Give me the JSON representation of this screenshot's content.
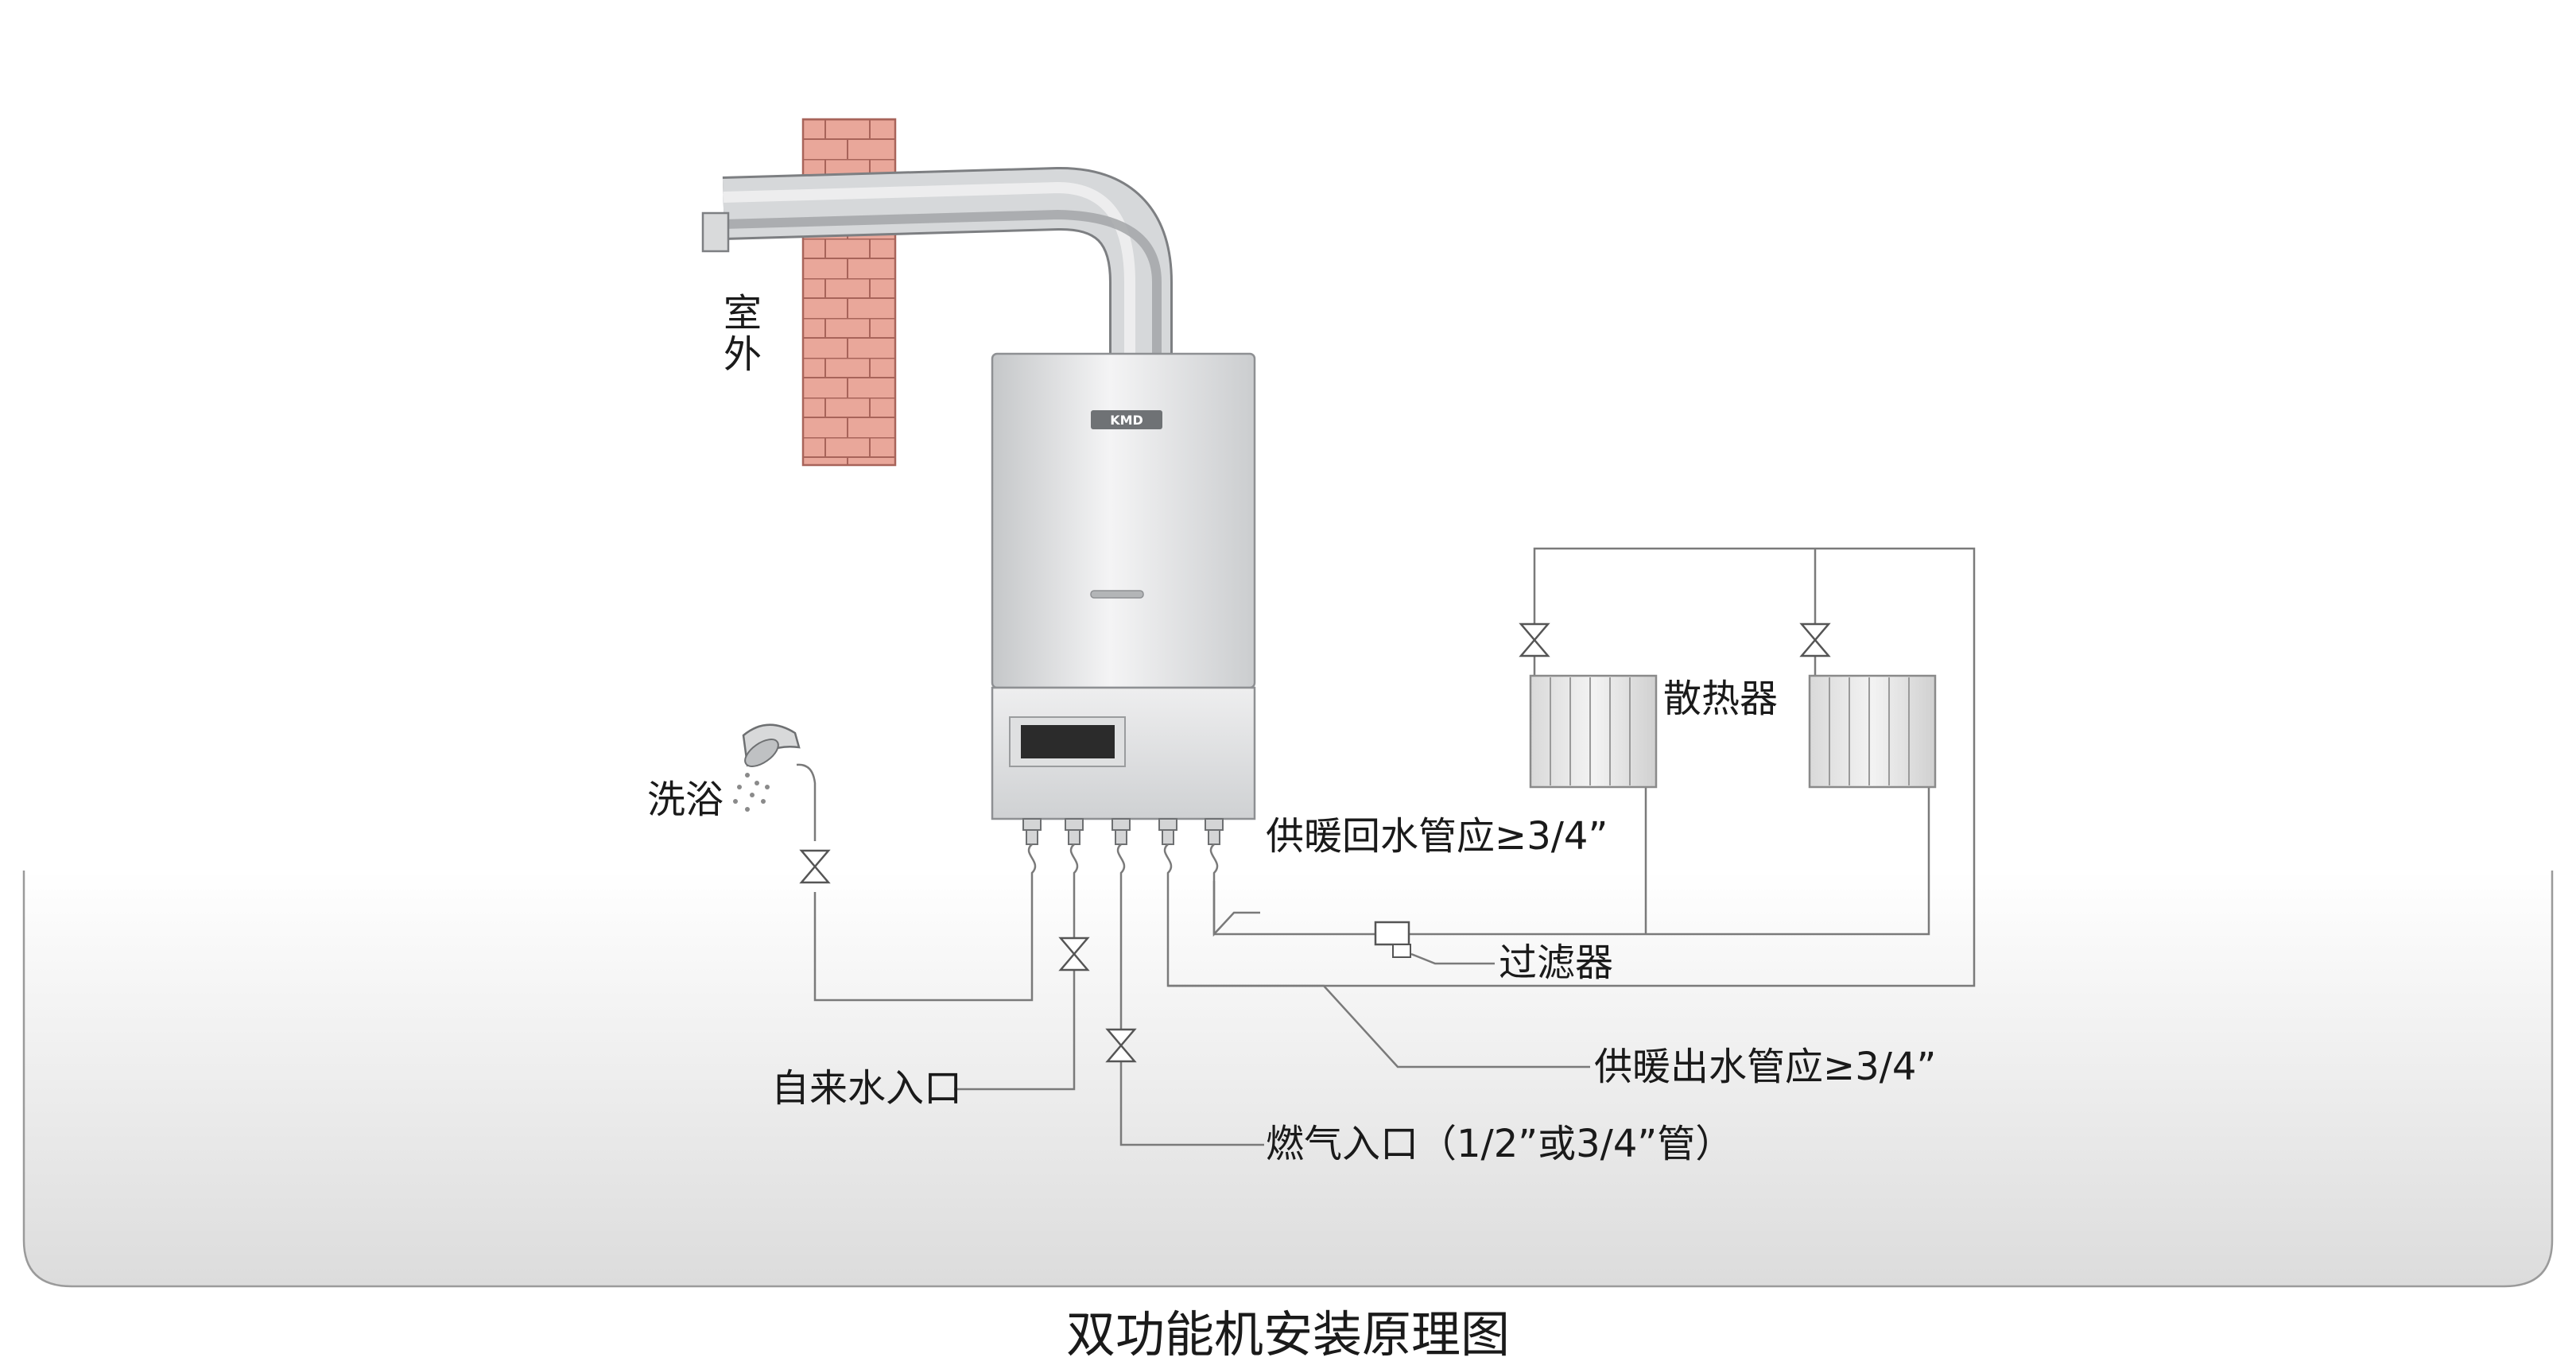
{
  "labels": {
    "outdoor": "室外",
    "shower": "洗浴",
    "radiator": "散热器",
    "heating_return": "供暖回水管应≥3/4”",
    "filter": "过滤器",
    "heating_supply": "供暖出水管应≥3/4”",
    "tap_water_inlet": "自来水入口",
    "gas_inlet": "燃气入口（1/2”或3/4”管）"
  },
  "boiler": {
    "brand": "KMD"
  },
  "caption": "双功能机安装原理图",
  "colors": {
    "brick": "#e9a79a",
    "mortar": "#a8645a",
    "flue": "#c9cbcd",
    "boiler_body": "#e4e5e6",
    "pipe_line": "#7a7a7a",
    "floor_gradient_bottom": "#dcdcdc"
  },
  "icons": [
    "brick-wall-icon",
    "flue-pipe-icon",
    "boiler-icon",
    "shower-head-icon",
    "valve-icon",
    "radiator-icon",
    "filter-icon"
  ]
}
